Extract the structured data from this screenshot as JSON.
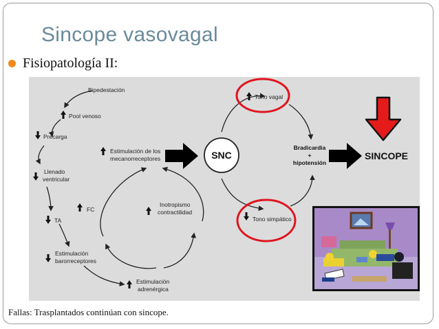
{
  "slide": {
    "title": "Sincope vasovagal",
    "bullet": "Fisiopatología II:",
    "footnote": "Fallas: Trasplantados continúan con sincope."
  },
  "diagram": {
    "left_chain": {
      "bipedestacion": "Bipedestación",
      "pool_venoso": "Pool venoso",
      "precarga": "Precarga",
      "llenado_1": "Llenado",
      "llenado_2": "ventricular",
      "ta": "TA",
      "estimulacion_1": "Estimulación",
      "estimulacion_2": "barorreceptores",
      "adrenergica_1": "Estimulación",
      "adrenergica_2": "adrenérgica"
    },
    "loop": {
      "mecano_1": "Estimulación de los",
      "mecano_2": "mecanorreceptores",
      "fc": "FC",
      "inotropismo_1": "Inotropismo",
      "inotropismo_2": "contractilidad"
    },
    "right": {
      "snc": "SNC",
      "tono_vagal": "Tono vagal",
      "tono_simpatico": "Tono simpático",
      "bradicardia": "Bradicardia",
      "plus": "+",
      "hipotension": "hipotensión",
      "sincope": "SINCOPE"
    }
  },
  "colors": {
    "title": "#6b8a9a",
    "bullet": "#f08a1a",
    "diagram_bg": "#dcdcdc",
    "highlight_circle": "#e0141e",
    "down_arrow": "#e51b1b"
  },
  "icons": {
    "bullet": "orange-dot",
    "up_arrow": "arrow-up-icon",
    "down_arrow": "arrow-down-icon",
    "big_right_arrow": "arrow-right-icon",
    "illustration": "cartoon-fainted-family-image"
  }
}
